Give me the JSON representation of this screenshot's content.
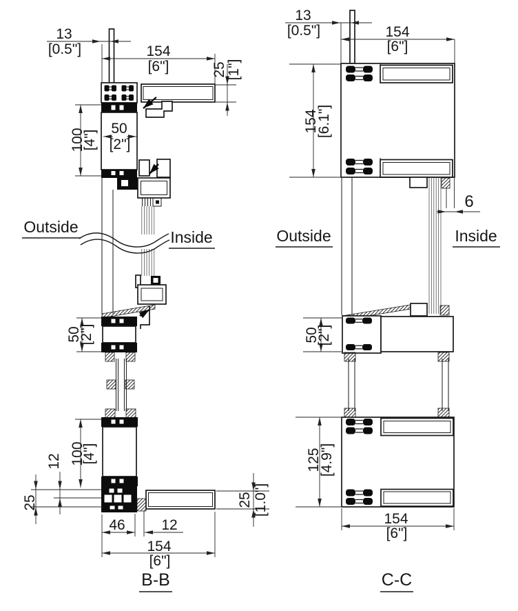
{
  "sections": {
    "bb": {
      "title": "B-B",
      "labels": {
        "outside": "Outside",
        "inside": "Inside"
      },
      "dims": {
        "offset13_mm": "13",
        "offset13_in": "[0.5\"]",
        "width154_mm": "154",
        "width154_in": "[6\"]",
        "panel25_mm": "25",
        "panel25_in": "[1\"]",
        "head100_mm": "100",
        "head100_in": "[4\"]",
        "face50_mm": "50",
        "face50_in": "[2\"]",
        "mid50_mm": "50",
        "mid50_in": "[2\"]",
        "sill100_mm": "100",
        "sill100_in": "[4\"]",
        "edge12": "12",
        "edge25": "25",
        "inner46": "46",
        "gap12": "12",
        "width154b_mm": "154",
        "width154b_in": "[6\"]",
        "sillpanel25_mm": "25",
        "sillpanel25_in": "[1.0\"]"
      }
    },
    "cc": {
      "title": "C-C",
      "labels": {
        "outside": "Outside",
        "inside": "Inside"
      },
      "dims": {
        "offset13_mm": "13",
        "offset13_in": "[0.5\"]",
        "width154t_mm": "154",
        "width154t_in": "[6\"]",
        "head154_mm": "154",
        "head154_in": "[6.1\"]",
        "glassgap6": "6",
        "mid50_mm": "50",
        "mid50_in": "[2\"]",
        "sill125_mm": "125",
        "sill125_in": "[4.9\"]",
        "width154b_mm": "154",
        "width154b_in": "[6\"]"
      }
    }
  }
}
